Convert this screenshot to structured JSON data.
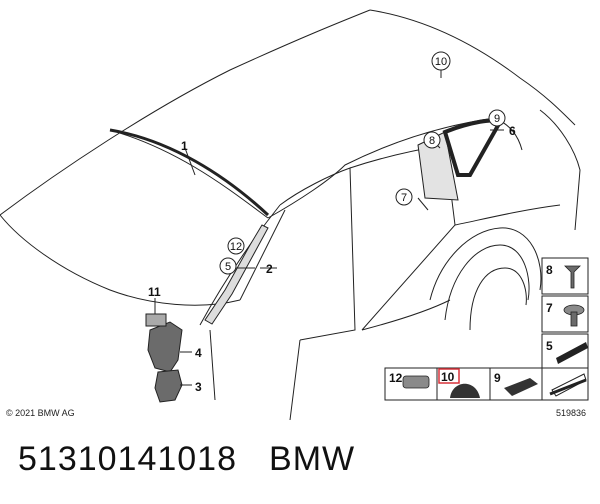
{
  "diagram": {
    "copyright": "© 2021 BMW AG",
    "diagram_id": "519836",
    "parts": [
      {
        "label": "1"
      },
      {
        "label": "2"
      },
      {
        "label": "3"
      },
      {
        "label": "4"
      },
      {
        "label": "5"
      },
      {
        "label": "6"
      },
      {
        "label": "7"
      },
      {
        "label": "8"
      },
      {
        "label": "9"
      },
      {
        "label": "10"
      },
      {
        "label": "11"
      },
      {
        "label": "12"
      }
    ],
    "highlighted_part": "10"
  },
  "footer": {
    "part_number": "51310141018",
    "brand": "BMW"
  },
  "colors": {
    "line": "#222222",
    "highlight": "#d9323a",
    "part_fill": "#6b6b6b",
    "glass_fill": "#e3e3e3"
  }
}
